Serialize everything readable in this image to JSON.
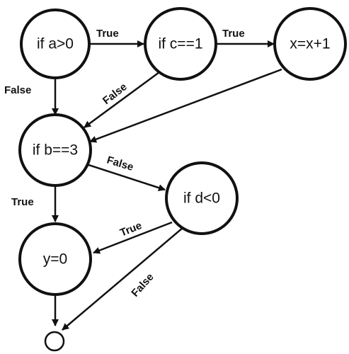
{
  "nodes": [
    {
      "id": "a",
      "label": "if a>0"
    },
    {
      "id": "c",
      "label": "if c==1"
    },
    {
      "id": "x",
      "label": "x=x+1"
    },
    {
      "id": "b",
      "label": "if b==3"
    },
    {
      "id": "d",
      "label": "if d<0"
    },
    {
      "id": "y",
      "label": "y=0"
    }
  ],
  "edges": [
    {
      "from": "a",
      "to": "c",
      "label": "True"
    },
    {
      "from": "c",
      "to": "x",
      "label": "True"
    },
    {
      "from": "a",
      "to": "b",
      "label": "False"
    },
    {
      "from": "c",
      "to": "b",
      "label": "False"
    },
    {
      "from": "x",
      "to": "b",
      "label": ""
    },
    {
      "from": "b",
      "to": "d",
      "label": "False"
    },
    {
      "from": "b",
      "to": "y",
      "label": "True"
    },
    {
      "from": "d",
      "to": "y",
      "label": "True"
    },
    {
      "from": "d",
      "to": "end",
      "label": "False"
    },
    {
      "from": "y",
      "to": "end",
      "label": ""
    }
  ],
  "colors": {
    "stroke": "#111111",
    "background": "#ffffff"
  }
}
